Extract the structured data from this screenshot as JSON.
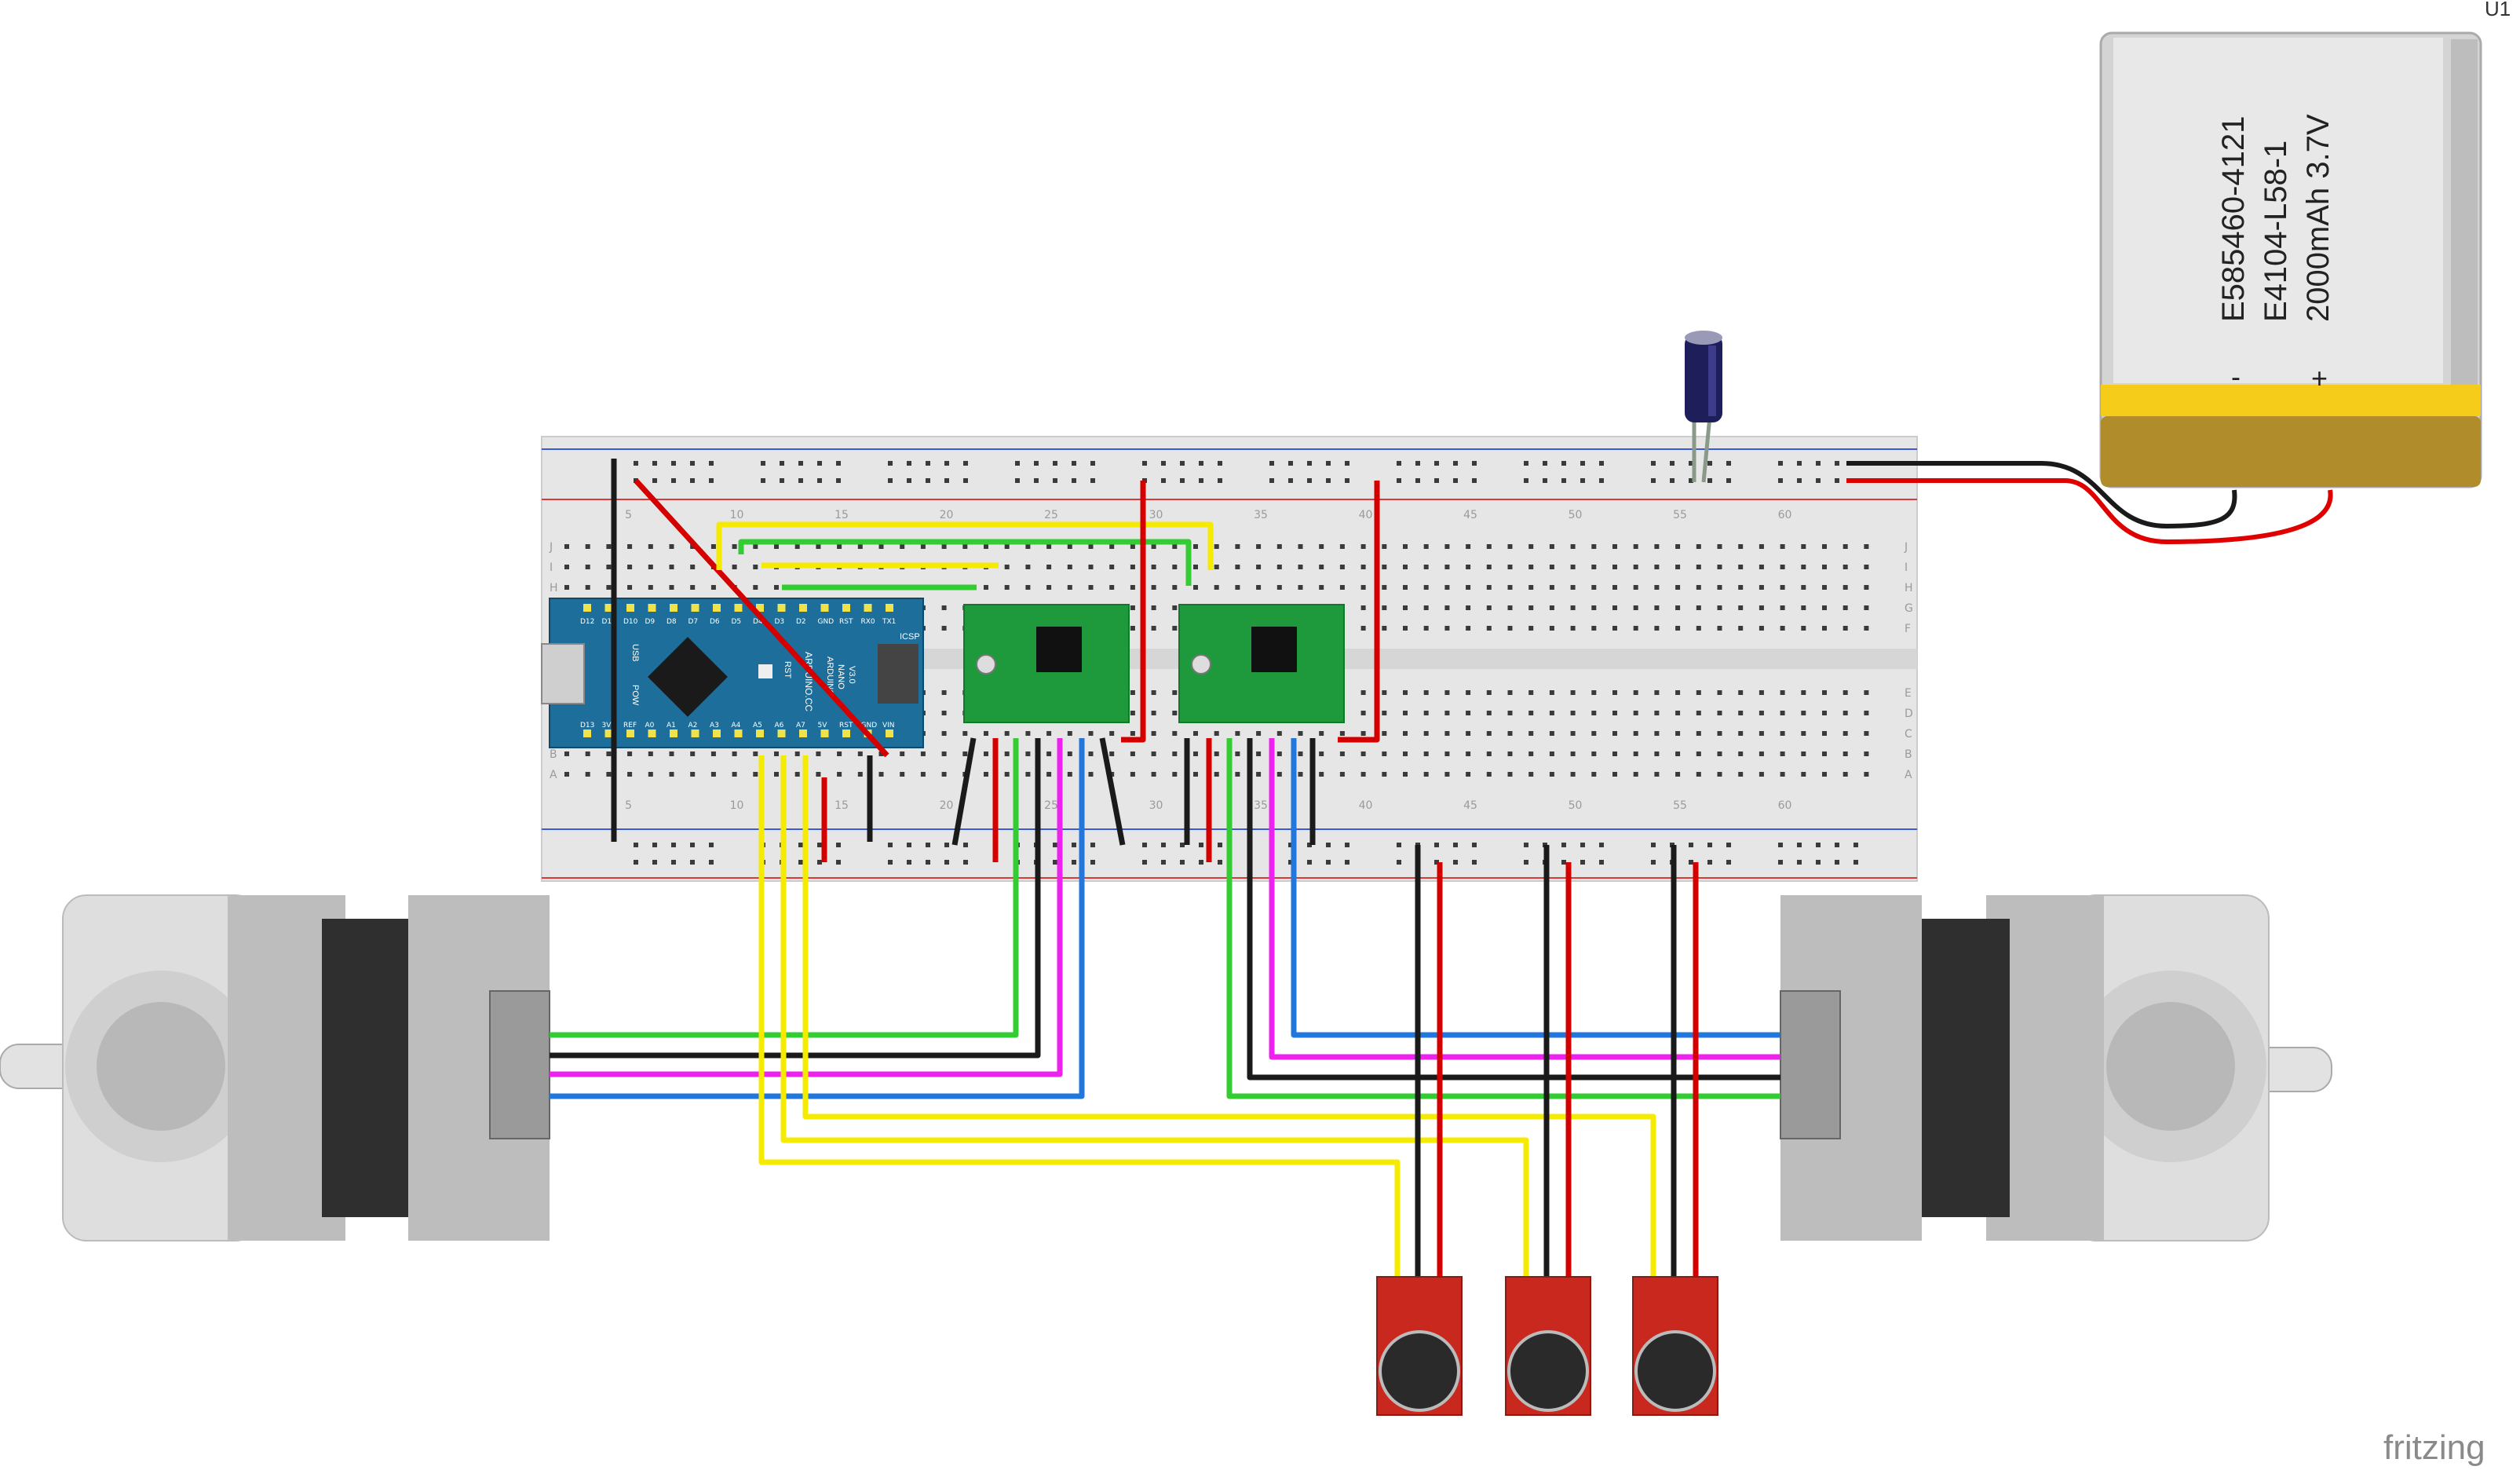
{
  "battery": {
    "ref": "U1",
    "line1": "E585460-4121",
    "line2": "E4104-L58-1",
    "line3": "2000mAh 3.7V",
    "minus": "-",
    "plus": "+"
  },
  "breadboard": {
    "column_numbers": [
      "5",
      "10",
      "15",
      "20",
      "25",
      "30",
      "35",
      "40",
      "45",
      "50",
      "55",
      "60"
    ],
    "row_letters_top": [
      "J",
      "I",
      "H",
      "G",
      "F"
    ],
    "row_letters_bottom": [
      "E",
      "D",
      "C",
      "B",
      "A"
    ]
  },
  "arduino": {
    "top_pins": [
      "D12",
      "D11",
      "D10",
      "D9",
      "D8",
      "D7",
      "D6",
      "D5",
      "D4",
      "D3",
      "D2",
      "GND",
      "RST",
      "RX0",
      "TX1"
    ],
    "bottom_pins": [
      "D13",
      "3V3",
      "REF",
      "A0",
      "A1",
      "A2",
      "A3",
      "A4",
      "A5",
      "A6",
      "A7",
      "5V",
      "RST",
      "GND",
      "VIN"
    ],
    "brand": "ARDUINO.CC",
    "model_line1": "ARDUINO",
    "model_line2": "NANO",
    "model_line3": "V3.0",
    "usb_label": "USB",
    "pwr_label": "POW",
    "icsp_label": "ICSP",
    "rst_label": "RST"
  },
  "watermark": "fritzing",
  "colors": {
    "wire_red": "#d40000",
    "wire_black": "#1a1a1a",
    "wire_yellow": "#f5eb00",
    "wire_green": "#33cc33",
    "wire_magenta": "#ee22ee",
    "wire_blue": "#2277dd",
    "driver_pcb": "#1e9a3c",
    "arduino_pcb": "#1d6e9a",
    "battery_band": "#f0c419",
    "mic_pcb": "#c8281e"
  }
}
